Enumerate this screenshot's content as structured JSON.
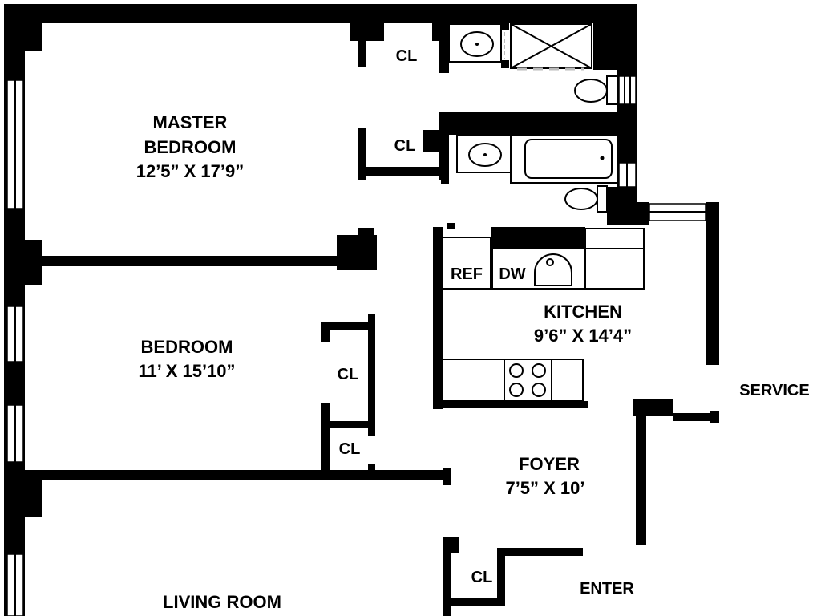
{
  "rooms": {
    "master_bedroom": {
      "name_line1": "MASTER",
      "name_line2": "BEDROOM",
      "dimensions": "12’5” X 17’9”"
    },
    "bedroom": {
      "name": "BEDROOM",
      "dimensions": "11’ X 15’10”"
    },
    "kitchen": {
      "name": "KITCHEN",
      "dimensions": "9’6” X 14’4”"
    },
    "foyer": {
      "name": "FOYER",
      "dimensions": "7’5” X 10’"
    },
    "living_room": {
      "name": "LIVING ROOM"
    }
  },
  "closets": [
    "CL",
    "CL",
    "CL",
    "CL",
    "CL"
  ],
  "appliances": {
    "ref": "REF",
    "dw": "DW"
  },
  "entrances": {
    "service": "SERVICE",
    "enter": "ENTER"
  }
}
